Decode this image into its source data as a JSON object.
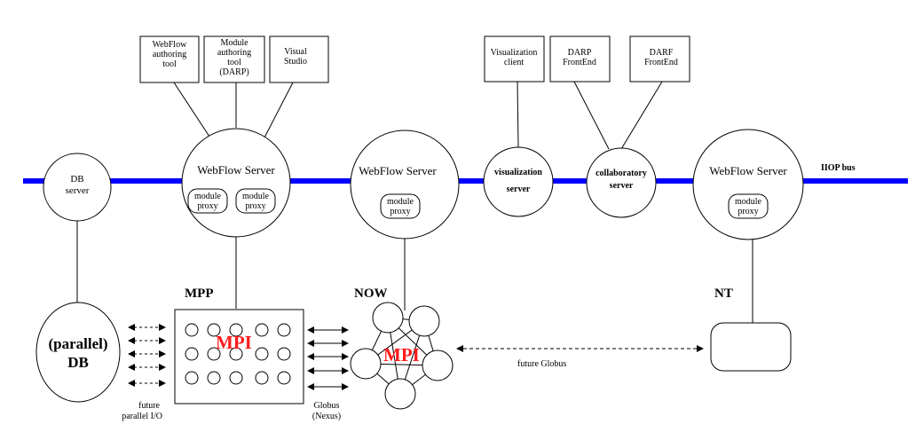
{
  "bus": {
    "label": "IIOP bus",
    "color": "#0000ff"
  },
  "tools": [
    {
      "lines": [
        "WebFlow",
        "authoring",
        "tool"
      ]
    },
    {
      "lines": [
        "Module",
        "authoring",
        "tool",
        "(DARP)"
      ]
    },
    {
      "lines": [
        "Visual",
        "Studio"
      ]
    },
    {
      "lines": [
        "Visualization",
        "client"
      ]
    },
    {
      "lines": [
        "DARP",
        "FrontEnd"
      ]
    },
    {
      "lines": [
        "DARF",
        "FrontEnd"
      ]
    }
  ],
  "nodes": {
    "db_server": {
      "lines": [
        "DB",
        "server"
      ]
    },
    "webflow_1": {
      "title": "WebFlow Server",
      "proxies": [
        [
          "module",
          "proxy"
        ],
        [
          "module",
          "proxy"
        ]
      ]
    },
    "webflow_2": {
      "title": "WebFlow Server",
      "proxies": [
        [
          "module",
          "proxy"
        ]
      ]
    },
    "visualization_server": {
      "lines": [
        "visualization",
        "server"
      ]
    },
    "collaboratory_server": {
      "lines": [
        "collaboratory",
        "server"
      ]
    },
    "webflow_3": {
      "title": "WebFlow Server",
      "proxies": [
        [
          "module",
          "proxy"
        ]
      ]
    }
  },
  "bottom": {
    "parallel_db": {
      "lines": [
        "(parallel)",
        "DB"
      ]
    },
    "mpp": {
      "label": "MPP",
      "mpi": "MPI"
    },
    "now": {
      "label": "NOW",
      "mpi": "MPI"
    },
    "nt": {
      "label": "NT"
    }
  },
  "annotations": {
    "future_parallel_io": [
      "future",
      "parallel I/O"
    ],
    "globus_nexus": [
      "Globus",
      "(Nexus)"
    ],
    "future_globus": "future Globus"
  }
}
